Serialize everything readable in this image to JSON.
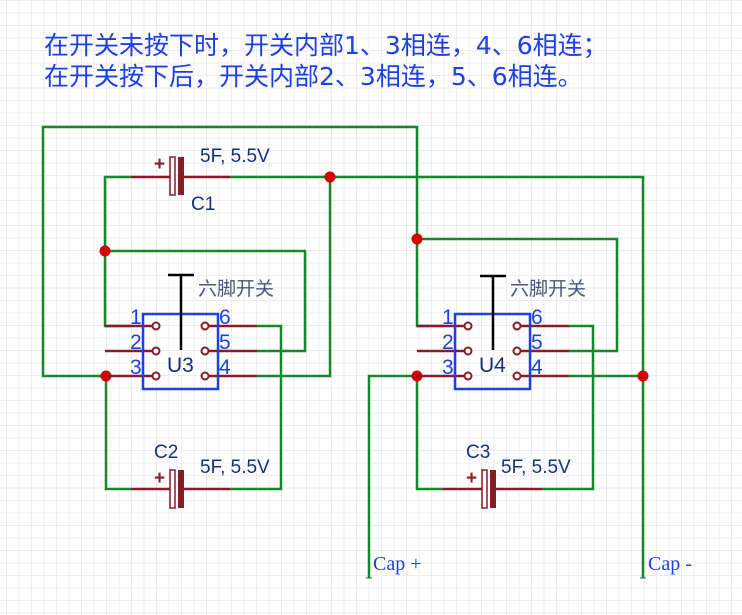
{
  "notes": {
    "line1": "在开关未按下时，开关内部1、3相连，4、6相连；",
    "line2": "在开关按下后，开关内部2、3相连，5、6相连。"
  },
  "colors": {
    "wire": "#16872a",
    "component": "#8a1a26",
    "junction": "#d40000",
    "ic_box": "#1c3fe8",
    "note_text": "#1c3fe8",
    "label_text": "#13317a"
  },
  "capacitors": [
    {
      "designator": "C1",
      "value": "5F, 5.5V",
      "polarity": "+"
    },
    {
      "designator": "C2",
      "value": "5F, 5.5V",
      "polarity": "+"
    },
    {
      "designator": "C3",
      "value": "5F, 5.5V",
      "polarity": "+"
    }
  ],
  "switches": [
    {
      "designator": "U3",
      "description": "六脚开关",
      "pins": [
        "1",
        "2",
        "3",
        "4",
        "5",
        "6"
      ]
    },
    {
      "designator": "U4",
      "description": "六脚开关",
      "pins": [
        "1",
        "2",
        "3",
        "4",
        "5",
        "6"
      ]
    }
  ],
  "net_labels": {
    "cap_plus": "Cap +",
    "cap_minus": "Cap -"
  }
}
